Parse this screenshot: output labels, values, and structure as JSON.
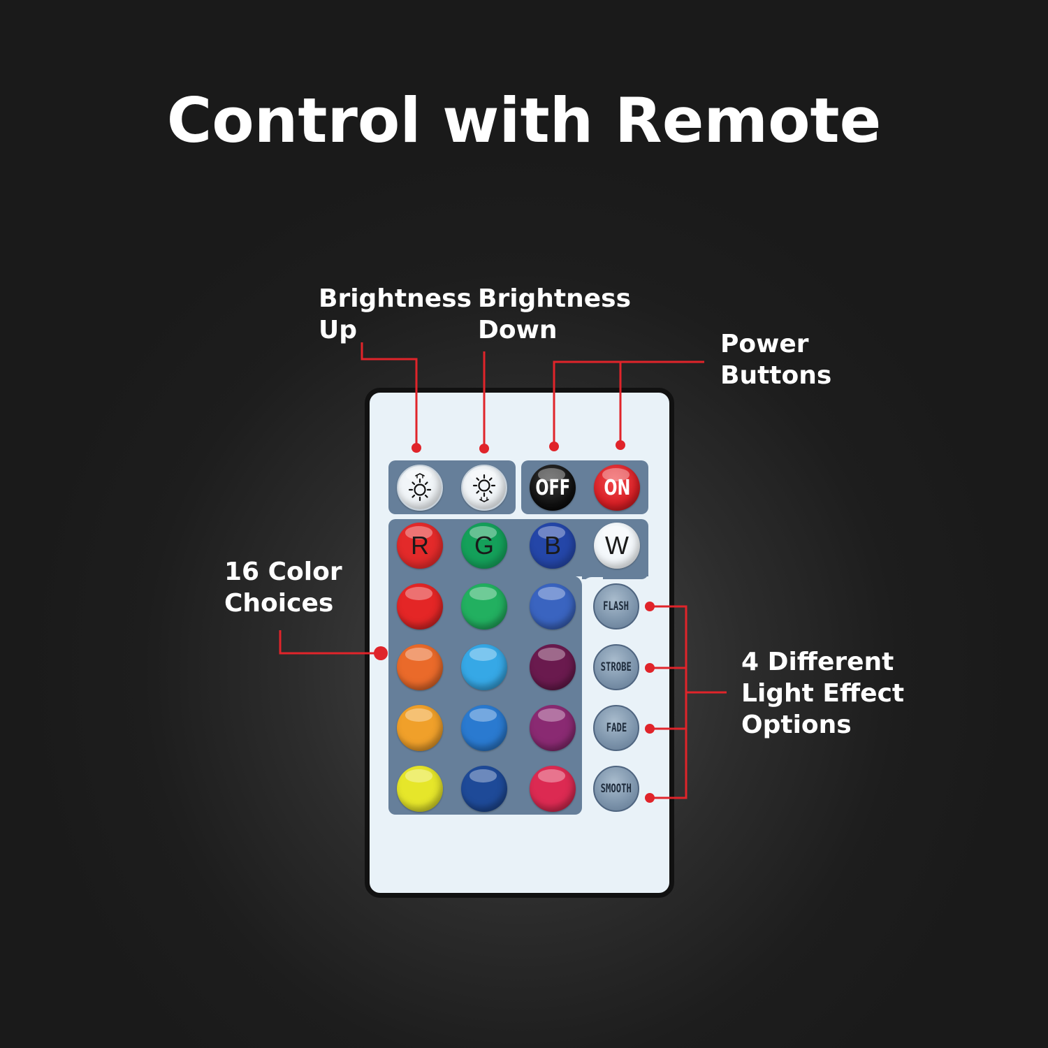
{
  "title": "Control with Remote",
  "labels": {
    "brightness_up": [
      "Brightness",
      "Up"
    ],
    "brightness_down": [
      "Brightness",
      "Down"
    ],
    "power_buttons": [
      "Power",
      "Buttons"
    ],
    "color_choices": [
      "16 Color",
      "Choices"
    ],
    "light_effects": [
      "4 Different",
      "Light Effect",
      "Options"
    ]
  },
  "remote": {
    "power": {
      "off": "OFF",
      "on": "ON"
    },
    "rgbw": [
      {
        "label": "R",
        "color": "#e32a2a"
      },
      {
        "label": "G",
        "color": "#14a05a"
      },
      {
        "label": "B",
        "color": "#2446a8"
      },
      {
        "label": "W",
        "color": "#f4f8fb"
      }
    ],
    "color_rows": [
      [
        "#e42626",
        "#22b060",
        "#3a64c0"
      ],
      [
        "#ea6a2a",
        "#36a8e6",
        "#6a1a4e"
      ],
      [
        "#f0a02a",
        "#2a7ad0",
        "#8a2a72"
      ],
      [
        "#e6e62a",
        "#1e4a98",
        "#dc2a52"
      ]
    ],
    "effects": [
      "FLASH",
      "STROBE",
      "FADE",
      "SMOOTH"
    ]
  },
  "colors": {
    "accent_line": "#e0242a",
    "panel": "#667f9a",
    "remote_body": "#e9f2f8"
  }
}
